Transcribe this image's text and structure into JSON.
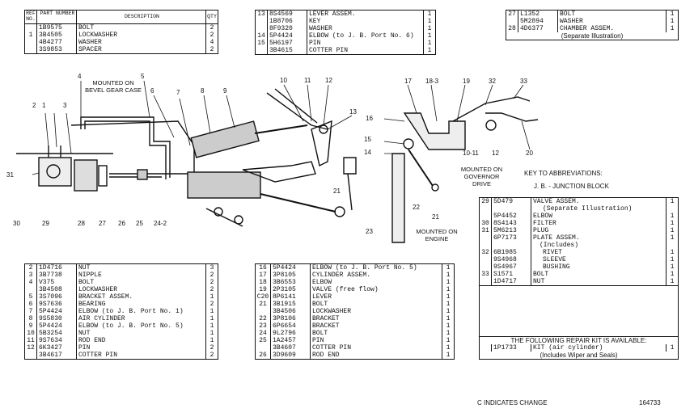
{
  "top_left_table": {
    "headers": {
      "ref": "REF NO.",
      "part": "PART NUMBER",
      "desc": "DESCRIPTION",
      "qty": "QTY"
    },
    "rows": [
      {
        "ref": "",
        "part": "1B9575",
        "desc": "BOLT",
        "qty": "2"
      },
      {
        "ref": "1",
        "part": "3B4505",
        "desc": "LOCKWASHER",
        "qty": "2"
      },
      {
        "ref": "",
        "part": "4B4277",
        "desc": "WASHER",
        "qty": "4"
      },
      {
        "ref": "",
        "part": "3S9853",
        "desc": "SPACER",
        "qty": "2"
      }
    ]
  },
  "top_mid_table": {
    "rows": [
      {
        "ref": "13",
        "part": "8S4569",
        "desc": "LEVER ASSEM.",
        "qty": "1"
      },
      {
        "ref": "",
        "part": "1B8706",
        "desc": "KEY",
        "qty": "1"
      },
      {
        "ref": "",
        "part": "8F9320",
        "desc": "WASHER",
        "qty": "1"
      },
      {
        "ref": "14",
        "part": "5P4424",
        "desc": "ELBOW (to J. B. Port No. 6)",
        "qty": "1"
      },
      {
        "ref": "15",
        "part": "5H6197",
        "desc": "PIN",
        "qty": "1"
      },
      {
        "ref": "",
        "part": "3B4615",
        "desc": "COTTER PIN",
        "qty": "1"
      }
    ]
  },
  "top_right_table": {
    "rows": [
      {
        "ref": "27",
        "part": "L1352",
        "desc": "BOLT",
        "qty": "1"
      },
      {
        "ref": "",
        "part": "5M2894",
        "desc": "WASHER",
        "qty": "1"
      },
      {
        "ref": "28",
        "part": "4D6377",
        "desc": "CHAMBER ASSEM.",
        "qty": "1"
      }
    ],
    "note": "(Separate Illustration)"
  },
  "bottom_left_table": {
    "rows": [
      {
        "ref": "2",
        "part": "1D4716",
        "desc": "NUT",
        "qty": "3"
      },
      {
        "ref": "3",
        "part": "3B7738",
        "desc": "NIPPLE",
        "qty": "2"
      },
      {
        "ref": "4",
        "part": "V375",
        "desc": "BOLT",
        "qty": "2"
      },
      {
        "ref": "",
        "part": "3B4508",
        "desc": "LOCKWASHER",
        "qty": "2"
      },
      {
        "ref": "5",
        "part": "3S7096",
        "desc": "BRACKET ASSEM.",
        "qty": "1"
      },
      {
        "ref": "6",
        "part": "9S7636",
        "desc": "BEARING",
        "qty": "2"
      },
      {
        "ref": "7",
        "part": "5P4424",
        "desc": "ELBOW (to J. B. Port No. 1)",
        "qty": "1"
      },
      {
        "ref": "8",
        "part": "9S5830",
        "desc": "AIR CYLINDER",
        "qty": "1"
      },
      {
        "ref": "9",
        "part": "5P4424",
        "desc": "ELBOW (to J. B. Port No. 5)",
        "qty": "1"
      },
      {
        "ref": "10",
        "part": "5B3254",
        "desc": "NUT",
        "qty": "1"
      },
      {
        "ref": "11",
        "part": "9S7634",
        "desc": "ROD END",
        "qty": "1"
      },
      {
        "ref": "12",
        "part": "6K3427",
        "desc": "PIN",
        "qty": "2"
      },
      {
        "ref": "",
        "part": "3B4617",
        "desc": "COTTER PIN",
        "qty": "2"
      }
    ]
  },
  "bottom_mid_table": {
    "rows": [
      {
        "ref": "16",
        "part": "5P4424",
        "desc": "ELBOW (to J. B. Port No. 5)",
        "qty": "1"
      },
      {
        "ref": "17",
        "part": "3P8105",
        "desc": "CYLINDER ASSEM.",
        "qty": "1"
      },
      {
        "ref": "18",
        "part": "3B6553",
        "desc": "ELBOW",
        "qty": "1"
      },
      {
        "ref": "19",
        "part": "2P3105",
        "desc": "VALVE (free flow)",
        "qty": "1"
      },
      {
        "ref": "C20",
        "part": "8P6141",
        "desc": "LEVER",
        "qty": "1"
      },
      {
        "ref": "21",
        "part": "3B1915",
        "desc": "BOLT",
        "qty": "1"
      },
      {
        "ref": "",
        "part": "3B4506",
        "desc": "LOCKWASHER",
        "qty": "1"
      },
      {
        "ref": "22",
        "part": "3P8106",
        "desc": "BRACKET",
        "qty": "1"
      },
      {
        "ref": "23",
        "part": "6P6654",
        "desc": "BRACKET",
        "qty": "1"
      },
      {
        "ref": "24",
        "part": "9L2796",
        "desc": "BOLT",
        "qty": "1"
      },
      {
        "ref": "25",
        "part": "1A2457",
        "desc": "PIN",
        "qty": "1"
      },
      {
        "ref": "",
        "part": "3B4607",
        "desc": "COTTER PIN",
        "qty": "1"
      },
      {
        "ref": "26",
        "part": "3D9609",
        "desc": "ROD END",
        "qty": "1"
      }
    ]
  },
  "right_table": {
    "rows": [
      {
        "ref": "29",
        "part": "5D479",
        "desc": "VALVE ASSEM.",
        "qty": "1"
      },
      {
        "ref": "",
        "part": "",
        "desc": "(Separate Illustration)",
        "qty": ""
      },
      {
        "ref": "",
        "part": "5P4452",
        "desc": "ELBOW",
        "qty": "1"
      },
      {
        "ref": "30",
        "part": "8S4143",
        "desc": "FILTER",
        "qty": "1"
      },
      {
        "ref": "31",
        "part": "5M6213",
        "desc": "PLUG",
        "qty": "1"
      },
      {
        "ref": "",
        "part": "6P7173",
        "desc": "PLATE ASSEM.",
        "qty": "1"
      },
      {
        "ref": "",
        "part": "",
        "desc": "(Includes)",
        "qty": ""
      },
      {
        "ref": "32",
        "part": "6B1985",
        "desc": "RIVET",
        "qty": "1"
      },
      {
        "ref": "",
        "part": "9S4968",
        "desc": "SLEEVE",
        "qty": "1"
      },
      {
        "ref": "",
        "part": "9S4967",
        "desc": "BUSHING",
        "qty": "1"
      },
      {
        "ref": "33",
        "part": "S1571",
        "desc": "BOLT",
        "qty": "1"
      },
      {
        "ref": "",
        "part": "1D4717",
        "desc": "NUT",
        "qty": "1"
      }
    ],
    "repair_kit": "THE FOLLOWING REPAIR KIT IS AVAILABLE:",
    "kit_row": {
      "part": "1P1733",
      "desc": "KIT (air cylinder)",
      "qty": "1"
    },
    "kit_note": "(Includes Wiper and Seals)"
  },
  "key": {
    "title": "KEY TO ABBREVIATIONS:",
    "item": "J. B. - JUNCTION BLOCK"
  },
  "captions": {
    "bevel": "MOUNTED ON BEVEL GEAR CASE",
    "governor": "MOUNTED ON GOVERNOR DRIVE",
    "engine": "MOUNTED ON ENGINE"
  },
  "footer": {
    "change": "C INDICATES CHANGE",
    "number": "164733"
  },
  "callouts": [
    "1",
    "2",
    "3",
    "4",
    "5",
    "6",
    "7",
    "8",
    "9",
    "10",
    "11",
    "12",
    "13",
    "14",
    "15",
    "16",
    "17",
    "18-3",
    "19",
    "32",
    "33",
    "10-11",
    "12",
    "20",
    "21",
    "22",
    "21",
    "23",
    "24-2",
    "25",
    "26",
    "27",
    "28",
    "29",
    "30",
    "31"
  ]
}
